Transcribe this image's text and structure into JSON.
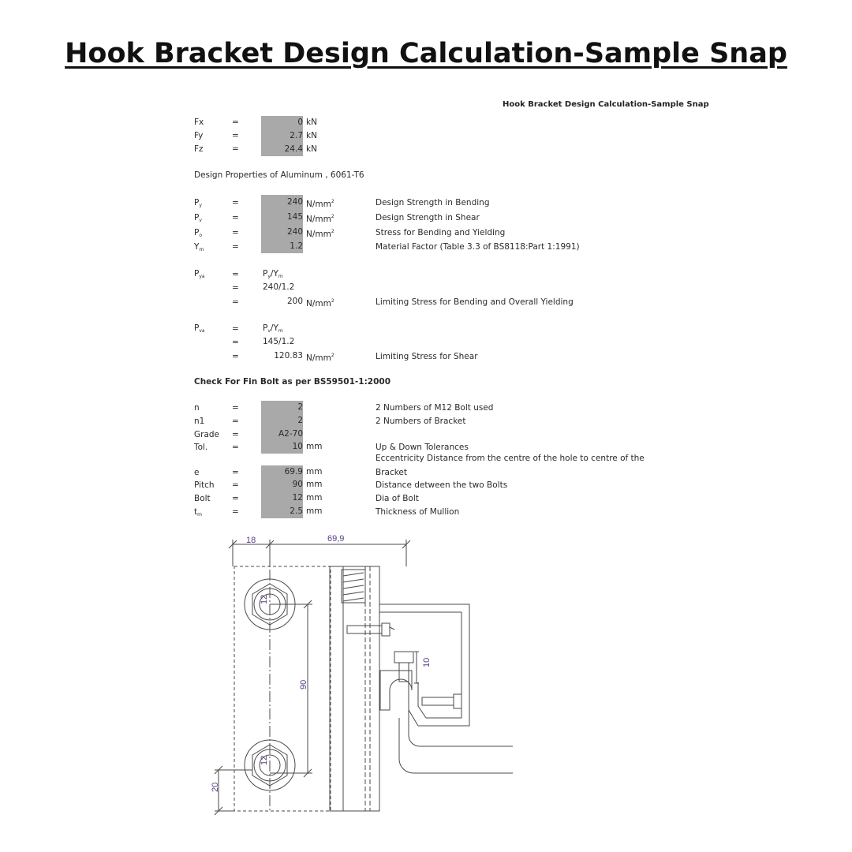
{
  "title": "Hook Bracket Design Calculation-Sample Snap",
  "subtitle": "Hook Bracket  Design Calculation-Sample Snap",
  "eq": "=",
  "forces": [
    {
      "label": "Fx",
      "value": "0",
      "unit": "kN"
    },
    {
      "label": "Fy",
      "value": "2.7",
      "unit": "kN"
    },
    {
      "label": "Fz",
      "value": "24.4",
      "unit": "kN"
    }
  ],
  "material_heading": "Design Properties of Aluminum , 6061-T6",
  "properties": [
    {
      "sym": "P",
      "sub": "y",
      "value": "240",
      "unit": "N/mm",
      "sup": "2",
      "desc": "Design Strength in Bending"
    },
    {
      "sym": "P",
      "sub": "v",
      "value": "145",
      "unit": "N/mm",
      "sup": "2",
      "desc": "Design Strength in Shear"
    },
    {
      "sym": "P",
      "sub": "o",
      "value": "240",
      "unit": "N/mm",
      "sup": "2",
      "desc": "Stress for Bending and Yielding"
    },
    {
      "sym": "Y",
      "sub": "m",
      "value": "1.2",
      "unit": "",
      "sup": "",
      "desc": "Material Factor (Table 3.3 of BS8118:Part 1:1991)"
    }
  ],
  "calc1": {
    "sym": "P",
    "sub": "ya",
    "line1_sym": "P",
    "line1_sub": "y",
    "line1_mid": "/Y",
    "line1_sub2": "m",
    "line2": "240/1.2",
    "result": "200",
    "unit": "N/mm",
    "sup": "2",
    "desc": "Limiting Stress for Bending and Overall Yielding"
  },
  "calc2": {
    "sym": "P",
    "sub": "va",
    "line1_sym": "P",
    "line1_sub": "v",
    "line1_mid": "/Y",
    "line1_sub2": "m",
    "line2": "145/1.2",
    "result": "120.83",
    "unit": "N/mm",
    "sup": "2",
    "desc": "Limiting Stress for Shear"
  },
  "bolt_heading": "Check For Fin Bolt as per BS59501-1:2000",
  "bolt_rows": [
    {
      "label": "n",
      "value": "2",
      "unit": "",
      "desc": "2 Numbers of M12 Bolt used"
    },
    {
      "label": "n1",
      "value": "2",
      "unit": "",
      "desc": "2 Numbers of Bracket"
    },
    {
      "label": "Grade",
      "value": "A2-70",
      "unit": "",
      "desc": ""
    },
    {
      "label": "Tol.",
      "value": "10",
      "unit": "mm",
      "desc": "Up & Down Tolerances"
    },
    {
      "label": "e",
      "value": "69.9",
      "unit": "mm",
      "desc": "Bracket"
    },
    {
      "label": "Pitch",
      "value": "90",
      "unit": "mm",
      "desc": "Distance detween the two Bolts"
    },
    {
      "label": "Bolt",
      "value": "12",
      "unit": "mm",
      "desc": "Dia of Bolt"
    },
    {
      "label": "t",
      "sub": "m",
      "value": "2.5",
      "unit": "mm",
      "desc": "Thickness of Mullion"
    }
  ],
  "ecc_desc_line1": "Eccentricity Distance from the centre of the hole to centre of the",
  "drawing": {
    "dim_18": "18",
    "dim_69_9": "69,9",
    "dim_12_top": "12",
    "dim_12_bottom": "12",
    "dim_90": "90",
    "dim_10": "10",
    "dim_20": "20",
    "line_color": "#4a4a4a",
    "dim_color": "#5a3d8a"
  }
}
